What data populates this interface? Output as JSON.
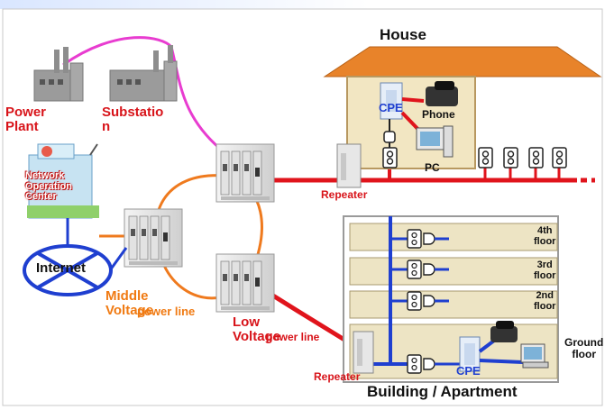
{
  "labels": {
    "power_plant": "Power\nPlant",
    "substation": "Substatio\nn",
    "house": "House",
    "phone": "Phone",
    "pc": "PC",
    "cpe_house": "CPE",
    "repeater_house": "Repeater",
    "noc": "Network\nOperation\nCenter",
    "internet": "Internet",
    "middle_voltage": "Middle\nVoltage",
    "mv_power_line": "power line",
    "low_voltage": "Low\nVoltage",
    "lv_power_line": "power line",
    "floor_4": "4th\nfloor",
    "floor_3": "3rd\nfloor",
    "floor_2": "2nd\nfloor",
    "ground_floor": "Ground\nfloor",
    "repeater_building": "Repeater",
    "cpe_building": "CPE",
    "building": "Building / Apartment"
  },
  "colors": {
    "red_line": "#e0141c",
    "orange_line": "#ef7a1e",
    "magenta_line": "#e83cd0",
    "blue_line": "#1f3fd0",
    "roof": "#e8832a",
    "house_wall": "#f2e6c2",
    "building_fill": "#ede4c4"
  }
}
